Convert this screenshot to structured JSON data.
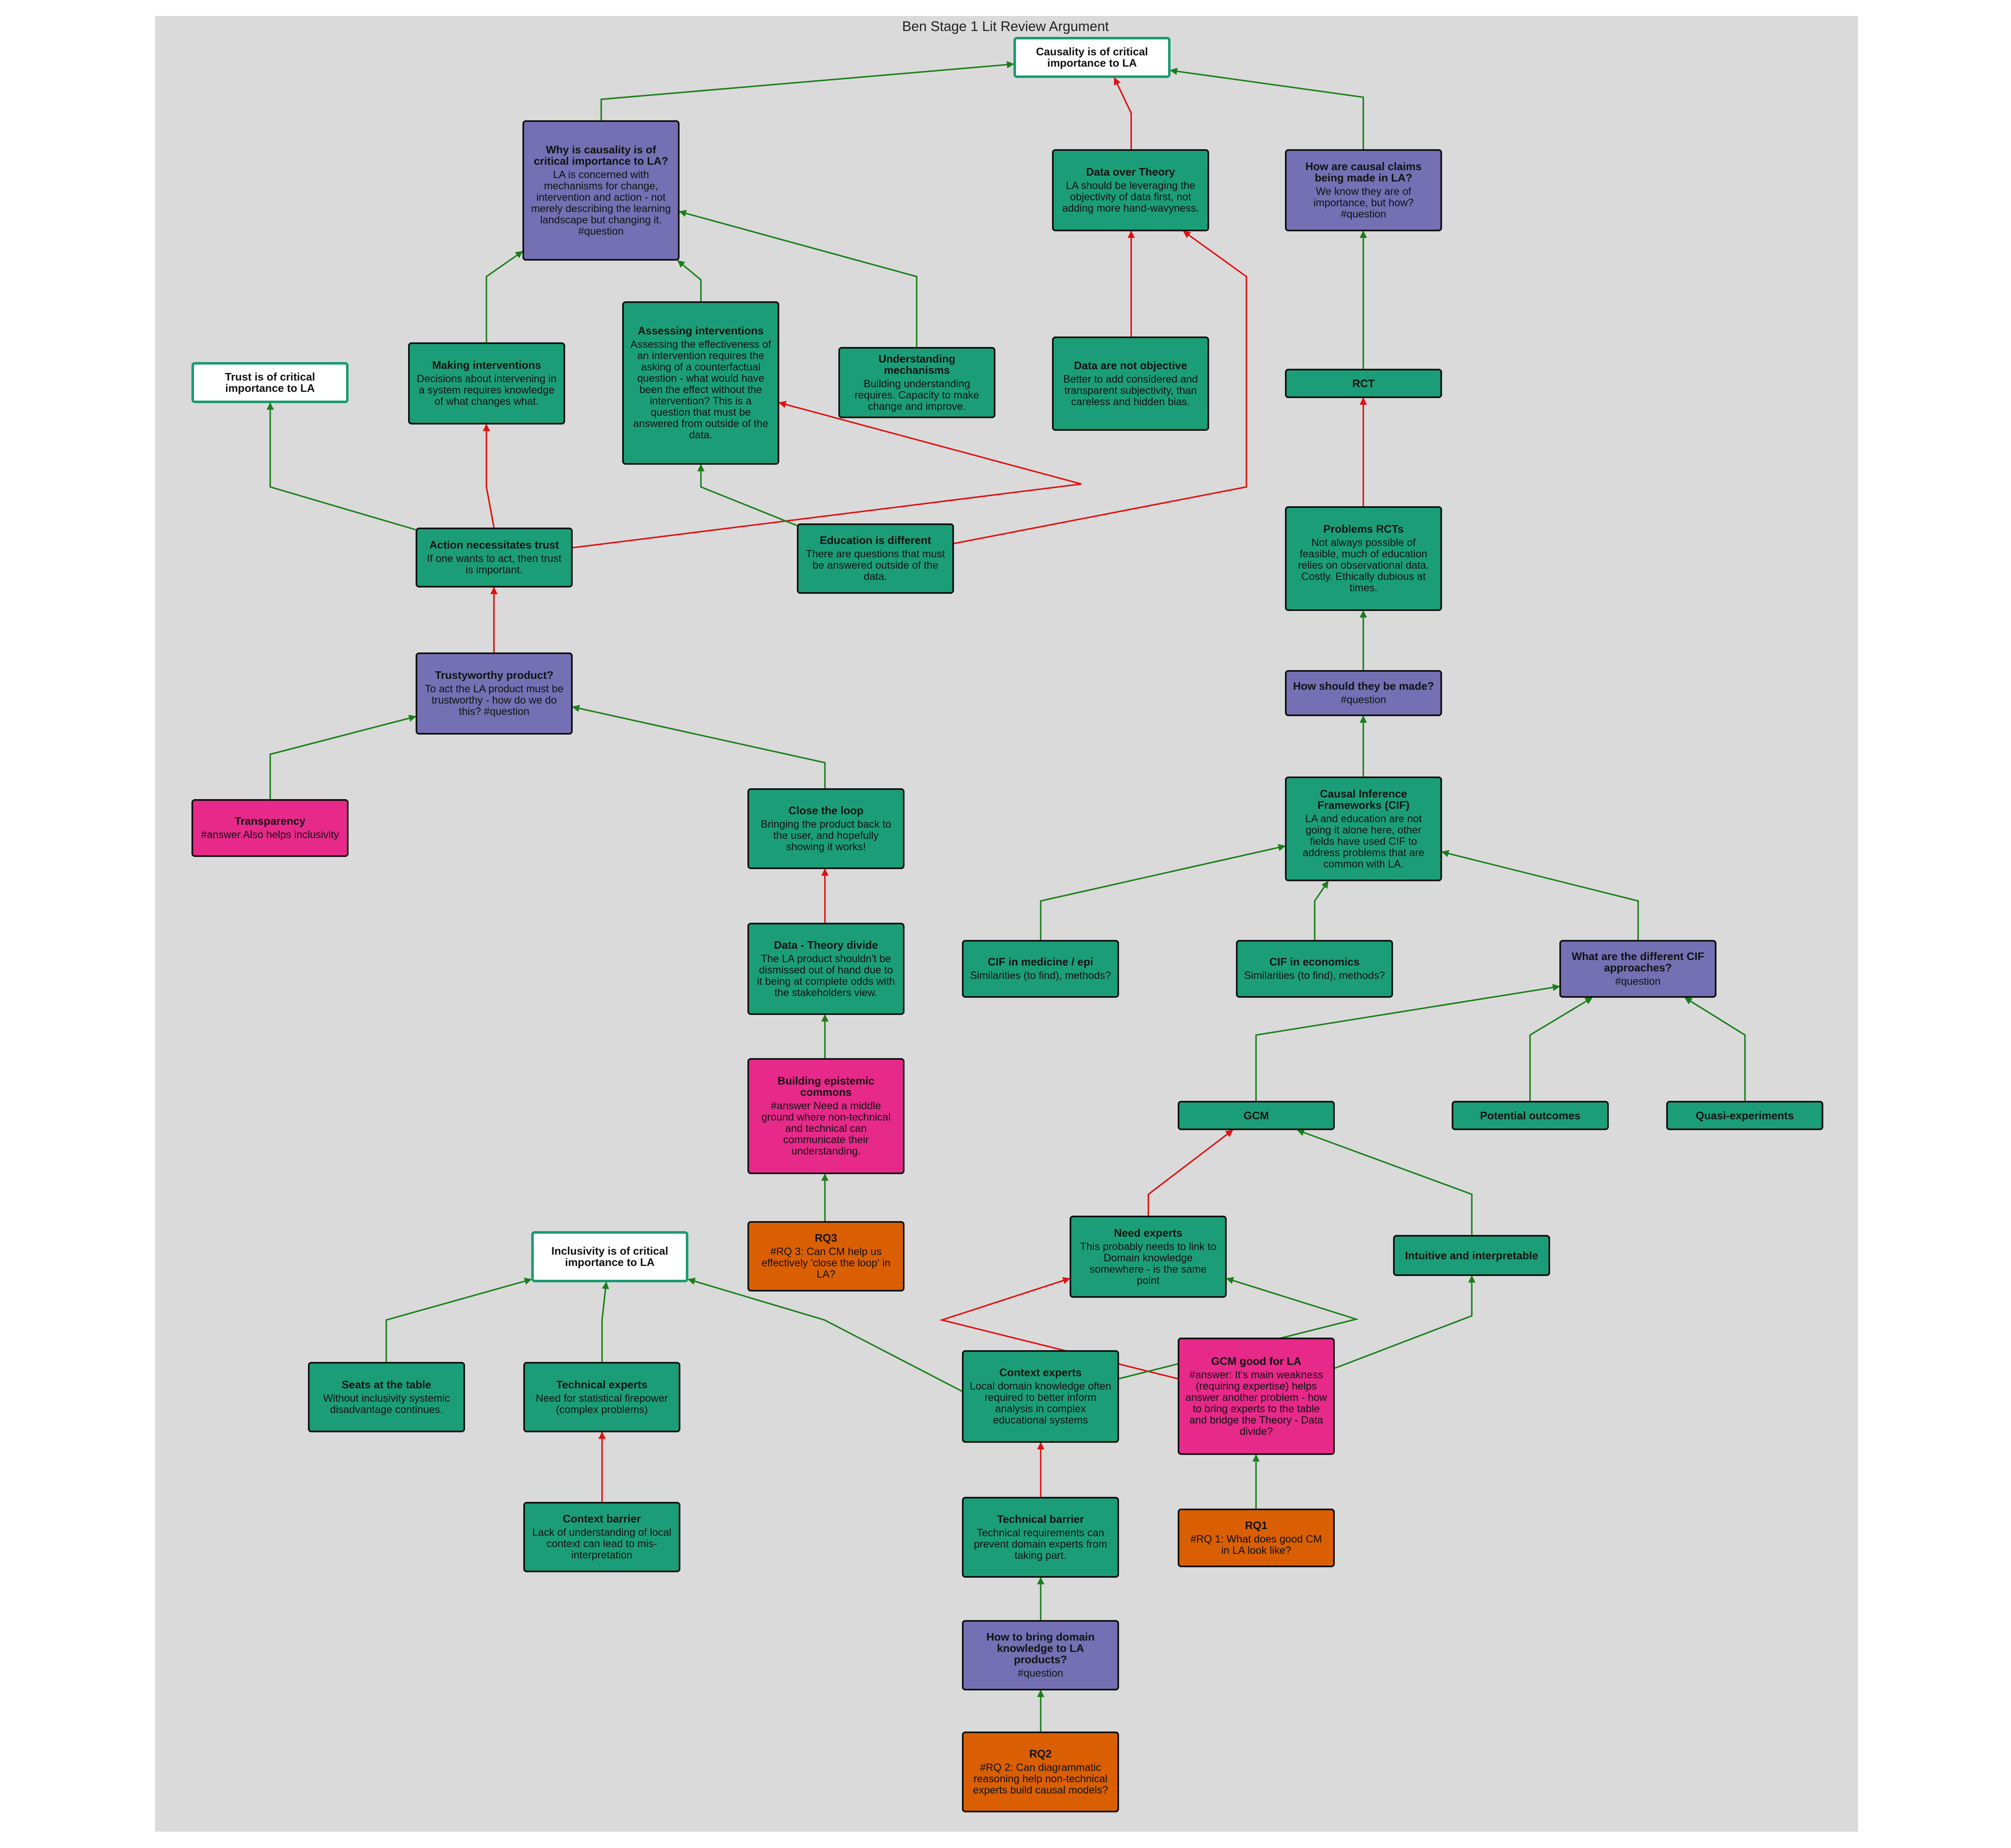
{
  "title": "Ben Stage 1 Lit Review Argument",
  "colors": {
    "claim_border": "#1a9a72",
    "argument": "#1b9e77",
    "question": "#7570b3",
    "answer": "#e7298a",
    "rq": "#d95f02",
    "supports": "#1a7f1a",
    "attacks": "#e01010"
  },
  "nodes": {
    "causality": {
      "type": "claim",
      "title": "Causality is of critical importance to LA",
      "body": ""
    },
    "trust": {
      "type": "claim",
      "title": "Trust is of critical importance to LA",
      "body": ""
    },
    "inclusivity": {
      "type": "claim",
      "title": "Inclusivity is of critical importance to LA",
      "body": ""
    },
    "why_causality": {
      "type": "question",
      "title": "Why is causality is of critical importance to LA?",
      "body": "LA is concerned with mechanisms for change, intervention and action - not merely describing the learning landscape but changing it. #question"
    },
    "data_over_theory": {
      "type": "argument",
      "title": "Data over Theory",
      "body": "LA should be leveraging the objectivity of data first, not adding more hand-wavyness."
    },
    "how_causal_claims": {
      "type": "question",
      "title": "How are causal claims being made in LA?",
      "body": "We know they are of importance, but how? #question"
    },
    "making_interventions": {
      "type": "argument",
      "title": "Making interventions",
      "body": "Decisions about intervening in a system requires knowledge of what changes what."
    },
    "assessing_interventions": {
      "type": "argument",
      "title": "Assessing interventions",
      "body": "Assessing the effectiveness of an intervention requires the asking of a counterfactual question - what would have been the effect without the intervention? This is a question that must be answered from outside of the data."
    },
    "understanding_mechanisms": {
      "type": "argument",
      "title": "Understanding mechanisms",
      "body": "Building understanding requires. Capacity to make change and improve."
    },
    "data_not_objective": {
      "type": "argument",
      "title": "Data are not objective",
      "body": "Better to add considered and transparent subjectivity, than careless and hidden bias."
    },
    "rct": {
      "type": "argument",
      "title": "RCT",
      "body": ""
    },
    "problems_rcts": {
      "type": "argument",
      "title": "Problems RCTs",
      "body": "Not always possible of feasible, much of education relies on observational data. Costly. Ethically dubious at times."
    },
    "action_trust": {
      "type": "argument",
      "title": "Action necessitates trust",
      "body": "If one wants to act, then trust is important."
    },
    "education_different": {
      "type": "argument",
      "title": "Education is different",
      "body": "There are questions that must be answered outside of the data."
    },
    "trustworthy_product": {
      "type": "question",
      "title": "Trustyworthy product?",
      "body": "To act the LA product must be trustworthy - how do we do this? #question"
    },
    "how_should_made": {
      "type": "question",
      "title": "How should they be made?",
      "body": "#question"
    },
    "transparency": {
      "type": "answer",
      "title": "Transparency",
      "body": "#answer Also helps inclusivity"
    },
    "close_loop": {
      "type": "argument",
      "title": "Close the loop",
      "body": "Bringing the product back to the user, and hopefully showing it works!"
    },
    "cif": {
      "type": "argument",
      "title": "Causal Inference Frameworks (CIF)",
      "body": "LA and education are not going it alone here, other fields have used CIF to address problems that are common with LA."
    },
    "data_theory_divide": {
      "type": "argument",
      "title": "Data - Theory divide",
      "body": "The LA product shouldn't be dismissed out of hand due to it being at complete odds with the stakeholders view."
    },
    "cif_medicine": {
      "type": "argument",
      "title": "CIF in medicine / epi",
      "body": "Similarities (to find), methods?"
    },
    "cif_economics": {
      "type": "argument",
      "title": "CIF in economics",
      "body": "Similarities (to find), methods?"
    },
    "cif_approaches": {
      "type": "question",
      "title": "What are the different CIF approaches?",
      "body": "#question"
    },
    "epistemic_commons": {
      "type": "answer",
      "title": "Building epistemic commons",
      "body": "#answer Need a middle ground where non-technical and technical can communicate their understanding."
    },
    "gcm": {
      "type": "argument",
      "title": "GCM",
      "body": ""
    },
    "potential_outcomes": {
      "type": "argument",
      "title": "Potential outcomes",
      "body": ""
    },
    "quasi_experiments": {
      "type": "argument",
      "title": "Quasi-experiments",
      "body": ""
    },
    "need_experts": {
      "type": "argument",
      "title": "Need experts",
      "body": "This probably needs to link to Domain knowledge somewhere - is the same point"
    },
    "rq3": {
      "type": "rq",
      "title": "RQ3",
      "body": "#RQ 3: Can CM help us effectively 'close the loop' in LA?"
    },
    "intuitive": {
      "type": "argument",
      "title": "Intuitive and interpretable",
      "body": ""
    },
    "gcm_good": {
      "type": "answer",
      "title": "GCM good for LA",
      "body": "#answer: It's main weakness (requiring expertise) helps answer another problem - how to bring experts to the table and bridge the Theory - Data divide?"
    },
    "context_experts": {
      "type": "argument",
      "title": "Context experts",
      "body": "Local domain knowledge often required to better inform analysis in complex educational systems"
    },
    "seats_table": {
      "type": "argument",
      "title": "Seats at the table",
      "body": "Without inclusivity systemic disadvantage continues."
    },
    "technical_experts": {
      "type": "argument",
      "title": "Technical experts",
      "body": "Need for statistical firepower (complex problems)"
    },
    "context_barrier": {
      "type": "argument",
      "title": "Context barrier",
      "body": "Lack of understanding of local context can lead to mis-interpretation"
    },
    "technical_barrier": {
      "type": "argument",
      "title": "Technical barrier",
      "body": "Technical requirements can prevent domain experts from taking part."
    },
    "rq1": {
      "type": "rq",
      "title": "RQ1",
      "body": "#RQ 1: What does good CM in LA look like?"
    },
    "how_bring_domain": {
      "type": "question",
      "title": "How to bring domain knowledge to LA products?",
      "body": "#question"
    },
    "rq2": {
      "type": "rq",
      "title": "RQ2",
      "body": "#RQ 2: Can diagrammatic reasoning help non-technical experts build causal models?"
    }
  },
  "edges": [
    {
      "from": "why_causality",
      "to": "causality",
      "kind": "supports"
    },
    {
      "from": "data_over_theory",
      "to": "causality",
      "kind": "attacks"
    },
    {
      "from": "how_causal_claims",
      "to": "causality",
      "kind": "supports"
    },
    {
      "from": "making_interventions",
      "to": "why_causality",
      "kind": "supports"
    },
    {
      "from": "assessing_interventions",
      "to": "why_causality",
      "kind": "supports"
    },
    {
      "from": "understanding_mechanisms",
      "to": "why_causality",
      "kind": "supports"
    },
    {
      "from": "data_not_objective",
      "to": "data_over_theory",
      "kind": "attacks"
    },
    {
      "from": "education_different",
      "to": "data_over_theory",
      "kind": "attacks"
    },
    {
      "from": "rct",
      "to": "how_causal_claims",
      "kind": "supports"
    },
    {
      "from": "problems_rcts",
      "to": "rct",
      "kind": "attacks"
    },
    {
      "from": "action_trust",
      "to": "trust",
      "kind": "supports"
    },
    {
      "from": "action_trust",
      "to": "making_interventions",
      "kind": "attacks"
    },
    {
      "from": "action_trust",
      "to": "assessing_interventions",
      "kind": "attacks"
    },
    {
      "from": "education_different",
      "to": "assessing_interventions",
      "kind": "supports"
    },
    {
      "from": "trustworthy_product",
      "to": "action_trust",
      "kind": "attacks"
    },
    {
      "from": "transparency",
      "to": "trustworthy_product",
      "kind": "supports"
    },
    {
      "from": "close_loop",
      "to": "trustworthy_product",
      "kind": "supports"
    },
    {
      "from": "data_theory_divide",
      "to": "close_loop",
      "kind": "attacks"
    },
    {
      "from": "epistemic_commons",
      "to": "data_theory_divide",
      "kind": "supports"
    },
    {
      "from": "rq3",
      "to": "epistemic_commons",
      "kind": "supports"
    },
    {
      "from": "how_should_made",
      "to": "problems_rcts",
      "kind": "supports"
    },
    {
      "from": "cif",
      "to": "how_should_made",
      "kind": "supports"
    },
    {
      "from": "cif_medicine",
      "to": "cif",
      "kind": "supports"
    },
    {
      "from": "cif_economics",
      "to": "cif",
      "kind": "supports"
    },
    {
      "from": "cif_approaches",
      "to": "cif",
      "kind": "supports"
    },
    {
      "from": "gcm",
      "to": "cif_approaches",
      "kind": "supports"
    },
    {
      "from": "potential_outcomes",
      "to": "cif_approaches",
      "kind": "supports"
    },
    {
      "from": "quasi_experiments",
      "to": "cif_approaches",
      "kind": "supports"
    },
    {
      "from": "need_experts",
      "to": "gcm",
      "kind": "attacks"
    },
    {
      "from": "intuitive",
      "to": "gcm",
      "kind": "supports"
    },
    {
      "from": "gcm_good",
      "to": "need_experts",
      "kind": "attacks"
    },
    {
      "from": "gcm_good",
      "to": "intuitive",
      "kind": "supports"
    },
    {
      "from": "context_experts",
      "to": "need_experts",
      "kind": "supports"
    },
    {
      "from": "context_experts",
      "to": "inclusivity",
      "kind": "supports"
    },
    {
      "from": "rq1",
      "to": "gcm_good",
      "kind": "supports"
    },
    {
      "from": "seats_table",
      "to": "inclusivity",
      "kind": "supports"
    },
    {
      "from": "technical_experts",
      "to": "inclusivity",
      "kind": "supports"
    },
    {
      "from": "context_barrier",
      "to": "technical_experts",
      "kind": "attacks"
    },
    {
      "from": "technical_barrier",
      "to": "context_experts",
      "kind": "attacks"
    },
    {
      "from": "how_bring_domain",
      "to": "technical_barrier",
      "kind": "supports"
    },
    {
      "from": "rq2",
      "to": "how_bring_domain",
      "kind": "supports"
    }
  ]
}
